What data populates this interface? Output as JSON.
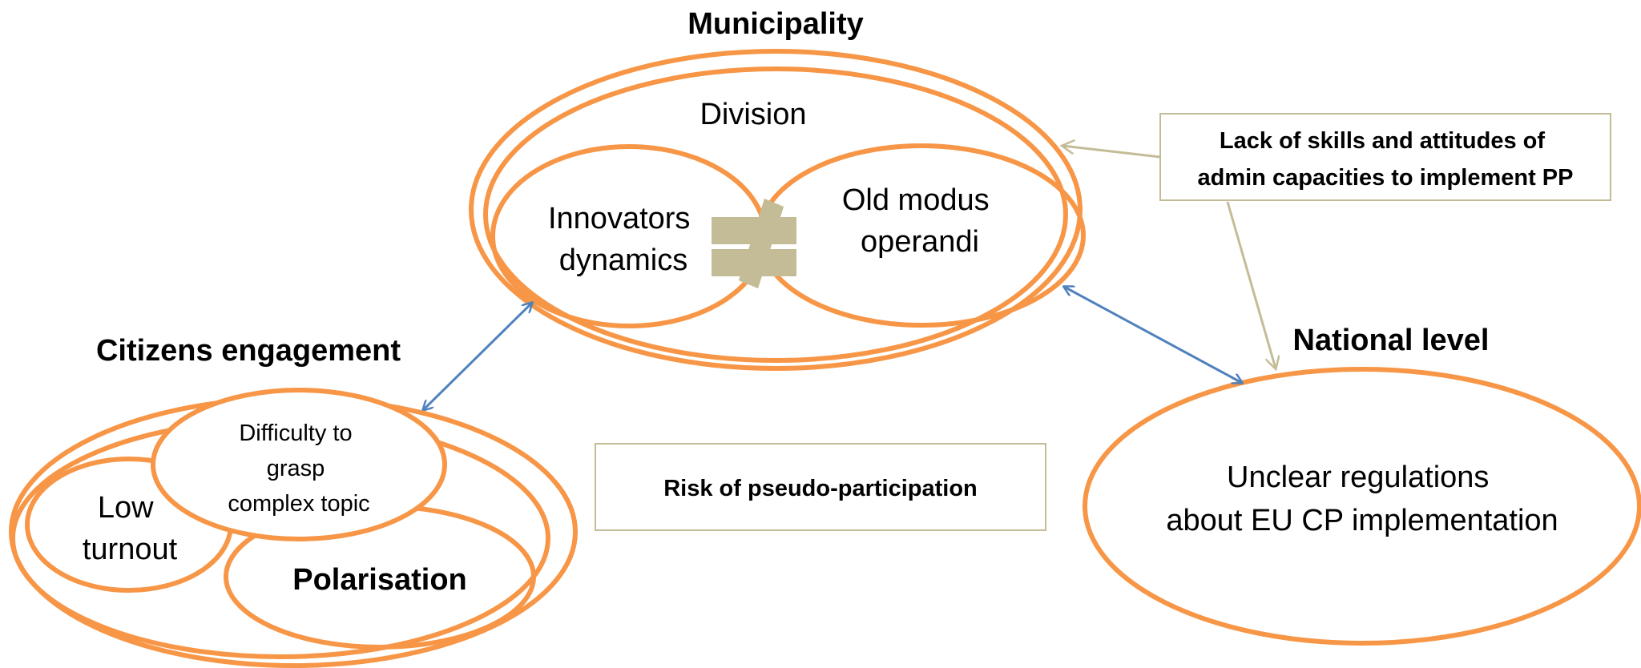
{
  "colors": {
    "ellipse_stroke": "#F79646",
    "arrow_blue": "#4F81BD",
    "arrow_tan": "#C4BC96",
    "box_border": "#C4BC96",
    "not_equal_sign": "#C4BC96"
  },
  "municipality": {
    "title": "Municipality",
    "division_label": "Division",
    "innovators_line1": "Innovators",
    "innovators_line2": "dynamics",
    "old_line1": "Old modus",
    "old_line2": "operandi",
    "separator_icon": "not-equal-icon"
  },
  "citizens": {
    "title": "Citizens engagement",
    "difficulty_line1": "Difficulty to",
    "difficulty_line2": "grasp",
    "difficulty_line3": "complex topic",
    "low_line1": "Low",
    "low_line2": "turnout",
    "polarisation": "Polarisation"
  },
  "national": {
    "title": "National level",
    "line1": "Unclear regulations",
    "line2": "about EU CP implementation"
  },
  "skills_box": {
    "line1": "Lack of skills and attitudes of",
    "line2": "admin capacities to implement PP"
  },
  "risk_box": {
    "text": "Risk of pseudo-participation"
  }
}
